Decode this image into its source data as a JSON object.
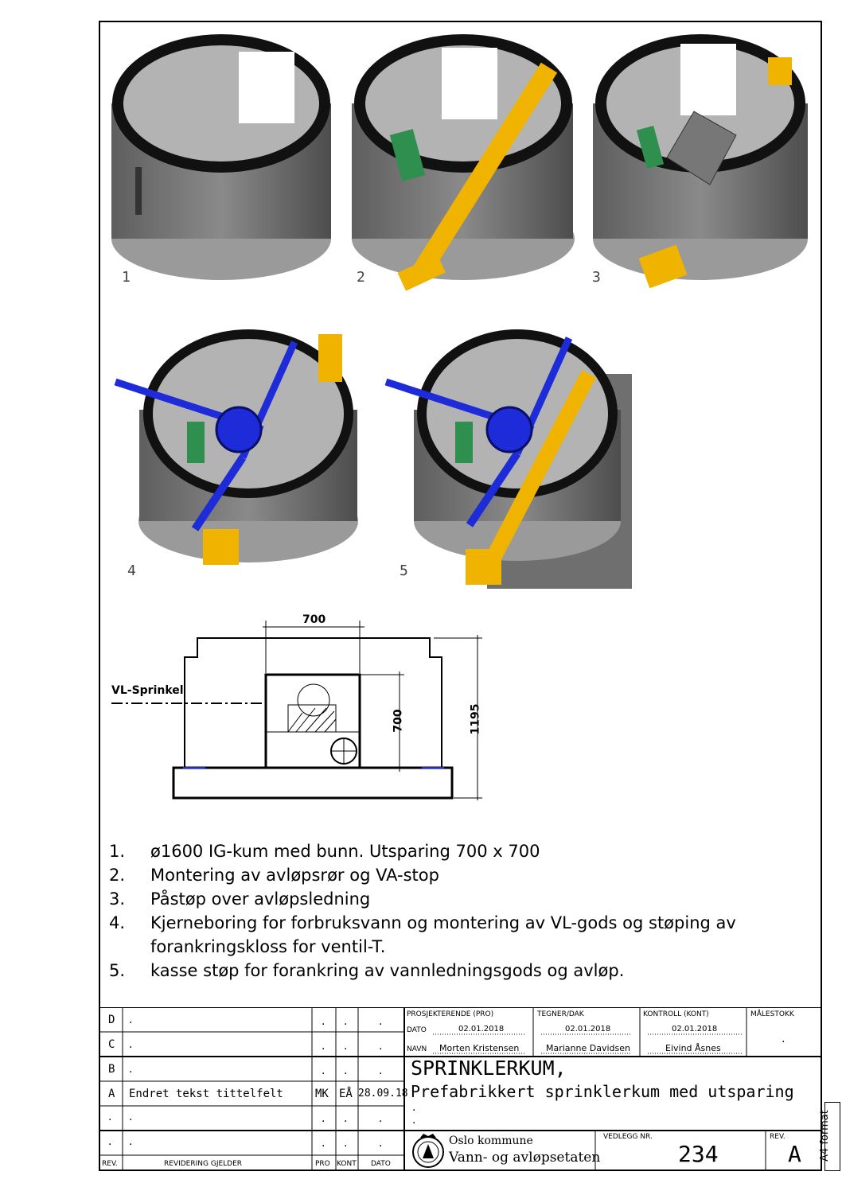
{
  "views": [
    {
      "number": "1"
    },
    {
      "number": "2"
    },
    {
      "number": "3"
    },
    {
      "number": "4"
    },
    {
      "number": "5"
    }
  ],
  "section": {
    "dim_width": "700",
    "dim_opening": "700",
    "dim_height": "1195",
    "pipe_label": "VL-Sprinkel"
  },
  "notes": [
    {
      "num": "1.",
      "text": "ø1600 IG-kum med bunn. Utsparing 700 x 700"
    },
    {
      "num": "2.",
      "text": "Montering av avløpsrør og VA-stop"
    },
    {
      "num": "3.",
      "text": "Påstøp over avløpsledning"
    },
    {
      "num": "4.",
      "text": "Kjerneboring for forbruksvann og montering av VL-gods og støping av forankringskloss for ventil-T."
    },
    {
      "num": "5.",
      "text": "kasse støp for forankring av vannledningsgods og avløp."
    }
  ],
  "revisions": [
    {
      "rev": "D",
      "text": ".",
      "pro": ".",
      "kont": ".",
      "dato": "."
    },
    {
      "rev": "C",
      "text": ".",
      "pro": ".",
      "kont": ".",
      "dato": "."
    },
    {
      "rev": "B",
      "text": ".",
      "pro": ".",
      "kont": ".",
      "dato": "."
    },
    {
      "rev": "A",
      "text": "Endret tekst tittelfelt",
      "pro": "MK",
      "kont": "EÅ",
      "dato": "28.09.18"
    },
    {
      "rev": ".",
      "text": ".",
      "pro": ".",
      "kont": ".",
      "dato": "."
    },
    {
      "rev": ".",
      "text": ".",
      "pro": ".",
      "kont": ".",
      "dato": "."
    }
  ],
  "rev_headers": {
    "rev": "REV.",
    "text": "REVIDERING GJELDER",
    "pro": "PRO",
    "kont": "KONT",
    "dato": "DATO"
  },
  "roles": {
    "pro_header": "PROSJEKTERENDE (PRO)",
    "tegner_header": "TEGNER/DAK",
    "kontroll_header": "KONTROLL (KONT)",
    "malestokk_header": "MÅLESTOKK",
    "dato_label": "DATO",
    "navn_label": "NAVN",
    "pro_dato": "02.01.2018",
    "tegner_dato": "02.01.2018",
    "kontroll_dato": "02.01.2018",
    "pro_navn": "Morten Kristensen",
    "tegner_navn": "Marianne Davidsen",
    "kontroll_navn": "Eivind Åsnes",
    "malestokk": "."
  },
  "title": {
    "line1": "SPRINKLERKUM,",
    "line2": "Prefabrikkert sprinklerkum med utsparing",
    "line3": ".",
    "line4": "."
  },
  "org": {
    "line1": "Oslo kommune",
    "line2": "Vann- og avløpsetaten"
  },
  "vedlegg": {
    "label": "VEDLEGG NR.",
    "value": "234"
  },
  "rev_box": {
    "label": "REV.",
    "value": "A"
  },
  "format": "A4 format",
  "colors": {
    "concrete": "#8a8a8a",
    "pipe_yellow": "#f0b400",
    "valve_blue": "#1d2bd8",
    "box_green": "#2e8f4f"
  }
}
